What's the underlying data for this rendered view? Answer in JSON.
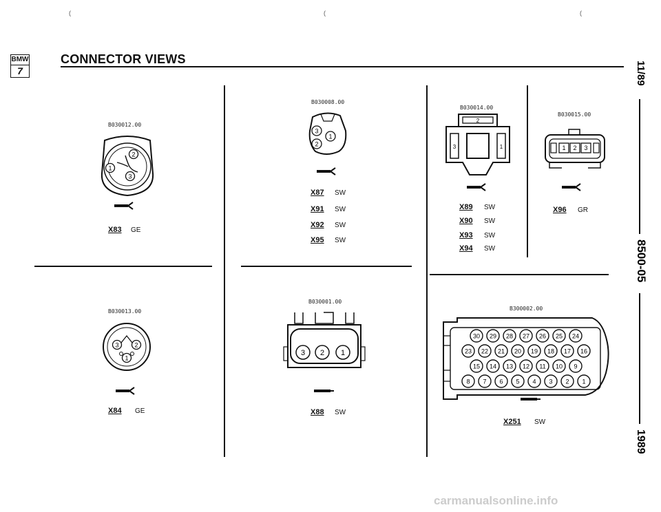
{
  "header": {
    "logo_top": "BMW",
    "logo_bottom": "7",
    "title": "CONNECTOR VIEWS",
    "corner_marks": [
      "(",
      "(",
      "("
    ]
  },
  "side": {
    "page_num": "11/89",
    "section": "8500-05",
    "year": "1989"
  },
  "connectors": {
    "x83": {
      "code": "B030012.00",
      "pins": [
        "1",
        "2",
        "3"
      ],
      "items": [
        {
          "id": "X83",
          "color": "GE"
        }
      ]
    },
    "x87": {
      "code": "B030008.00",
      "pins": [
        "1",
        "2",
        "3"
      ],
      "items": [
        {
          "id": "X87",
          "color": "SW"
        },
        {
          "id": "X91",
          "color": "SW"
        },
        {
          "id": "X92",
          "color": "SW"
        },
        {
          "id": "X95",
          "color": "SW"
        }
      ]
    },
    "x89": {
      "code": "B030014.00",
      "pins": [
        "1",
        "2",
        "3"
      ],
      "items": [
        {
          "id": "X89",
          "color": "SW"
        },
        {
          "id": "X90",
          "color": "SW"
        },
        {
          "id": "X93",
          "color": "SW"
        },
        {
          "id": "X94",
          "color": "SW"
        }
      ]
    },
    "x96": {
      "code": "B030015.00",
      "pins": [
        "1",
        "2",
        "3"
      ],
      "items": [
        {
          "id": "X96",
          "color": "GR"
        }
      ]
    },
    "x84": {
      "code": "B030013.00",
      "pins": [
        "1",
        "2",
        "3"
      ],
      "items": [
        {
          "id": "X84",
          "color": "GE"
        }
      ]
    },
    "x88": {
      "code": "B030001.00",
      "pins": [
        "3",
        "2",
        "1"
      ],
      "items": [
        {
          "id": "X88",
          "color": "SW"
        }
      ]
    },
    "x251": {
      "code": "B300002.00",
      "pin_rows": [
        [
          "30",
          "29",
          "28",
          "27",
          "26",
          "25",
          "24"
        ],
        [
          "23",
          "22",
          "21",
          "20",
          "19",
          "18",
          "17",
          "16"
        ],
        [
          "15",
          "14",
          "13",
          "12",
          "11",
          "10",
          "9"
        ],
        [
          "8",
          "7",
          "6",
          "5",
          "4",
          "3",
          "2",
          "1"
        ]
      ],
      "items": [
        {
          "id": "X251",
          "color": "SW"
        }
      ]
    }
  },
  "footer": {
    "watermark": "carmanualsonline.info"
  }
}
